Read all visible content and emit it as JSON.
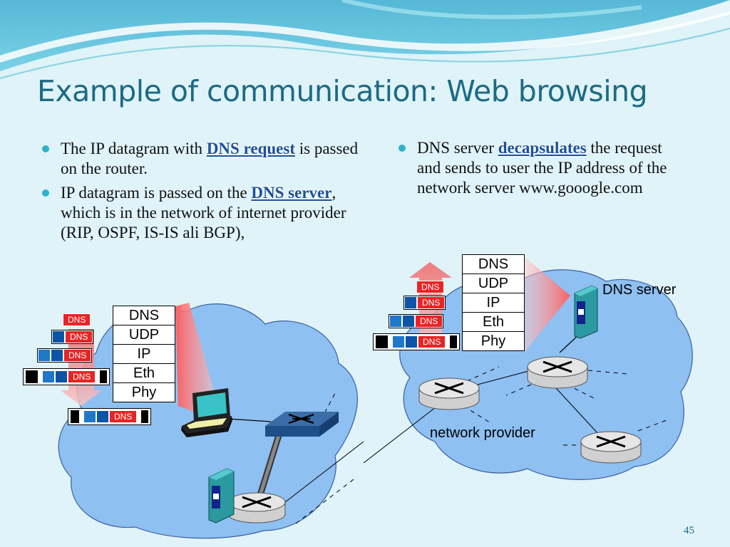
{
  "title": "Example of communication: Web browsing",
  "left_bullets": [
    {
      "pre": "The IP datagram with ",
      "kw": "DNS request",
      "post": " is passed on the router."
    },
    {
      "pre": "IP datagram is passed on the ",
      "kw": "DNS server",
      "post": ", which is in the network of internet provider (RIP, OSPF, IS-IS ali BGP),"
    }
  ],
  "right_bullets": [
    {
      "pre": "DNS server ",
      "kw": "decapsulates",
      "post": " the request and sends to user the IP address of the network server www.gooogle.com"
    }
  ],
  "protocol_stack": [
    "DNS",
    "UDP",
    "IP",
    "Eth",
    "Phy"
  ],
  "packet_label": "DNS",
  "dns_server_label": "DNS server",
  "network_provider_label": "network provider",
  "page_number": "45",
  "colors": {
    "title": "#1d6a84",
    "keyword": "#1d4f9c",
    "dns_header": "#e82424",
    "cloud": "#8fc0f2",
    "arrow": "#e83c3c"
  }
}
